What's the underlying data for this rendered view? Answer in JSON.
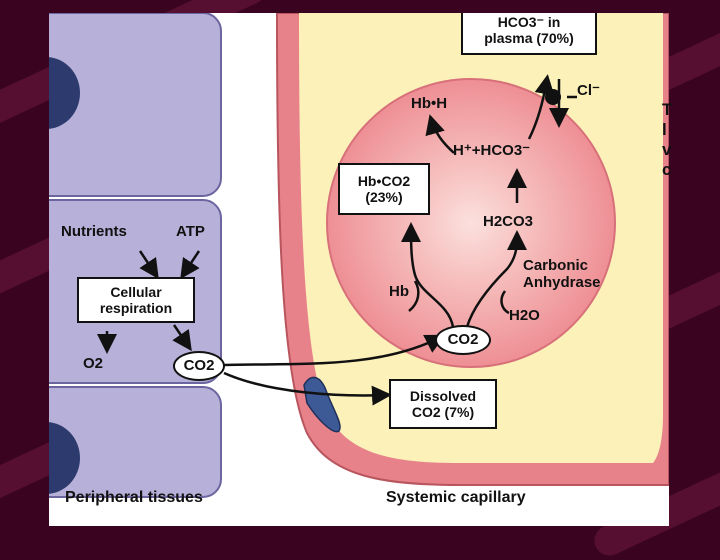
{
  "diagram": {
    "regions": {
      "left": "Peripheral tissues",
      "right": "Systemic capillary"
    },
    "plasma_box": {
      "line1": "HCO3⁻ in",
      "line2": "plasma (70%)"
    },
    "chloride": "Cl⁻",
    "hb_h": "Hb•H",
    "h_hco3": "H⁺+HCO3⁻",
    "hbco2_box": {
      "line1": "Hb•CO2",
      "line2": "(23%)"
    },
    "h2co3": "H2CO3",
    "carbonic": {
      "line1": "Carbonic",
      "line2": "Anhydrase"
    },
    "hb": "Hb",
    "h2o": "H2O",
    "co2_rbc": "CO2",
    "nutrients": "Nutrients",
    "atp": "ATP",
    "respiration_box": {
      "line1": "Cellular",
      "line2": "respiration"
    },
    "o2": "O2",
    "co2_tissue": "CO2",
    "dissolved_box": {
      "line1": "Dissolved",
      "line2": "CO2 (7%)"
    },
    "cut_text": [
      "T",
      "l",
      "v",
      "c"
    ]
  },
  "colors": {
    "background": "#3a0420",
    "tissue_cell": "#b7b0d8",
    "nucleus": "#2c3a6e",
    "capillary_wall": "#e8828a",
    "plasma": "#fbf1b9",
    "red_cell": "#f2a2a6"
  }
}
